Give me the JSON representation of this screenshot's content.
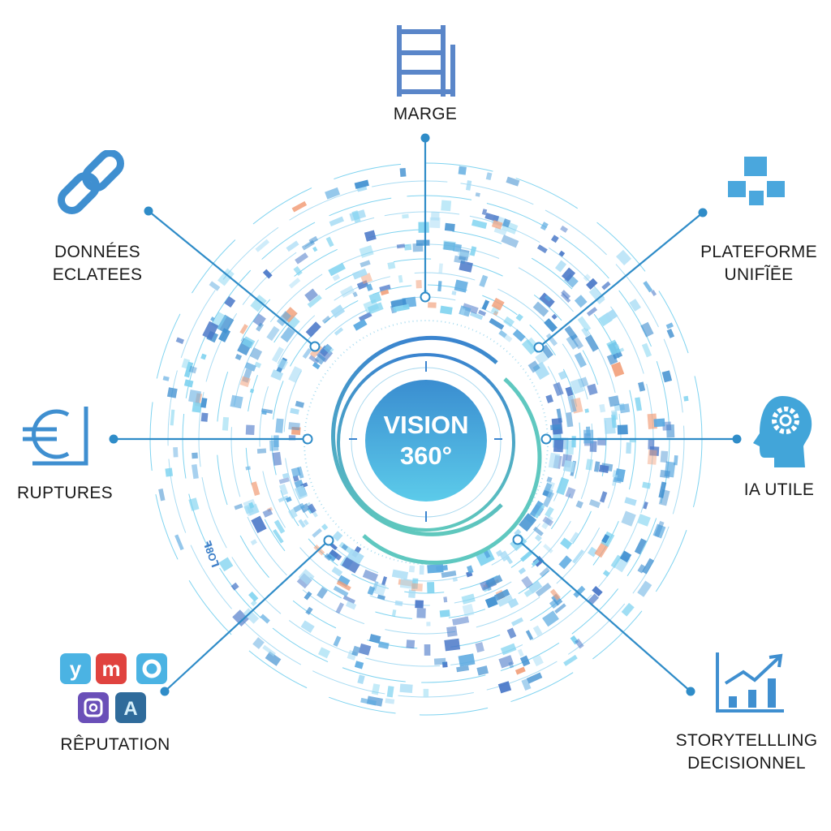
{
  "center": {
    "line1": "VISION",
    "line2": "360°"
  },
  "nodes": [
    {
      "id": "marge",
      "lines": [
        "MARGE"
      ],
      "icon": "ladder-icon"
    },
    {
      "id": "donnees",
      "lines": [
        "DONNÉES",
        "ECLATEES"
      ],
      "icon": "chain-link-icon"
    },
    {
      "id": "plateforme",
      "lines": [
        "PLATEFORME",
        "UNIFĨĒE"
      ],
      "icon": "cubes-icon"
    },
    {
      "id": "ruptures",
      "lines": [
        "RUPTURES"
      ],
      "icon": "euro-icon"
    },
    {
      "id": "ia",
      "lines": [
        "IA UTILE"
      ],
      "icon": "head-gear-icon"
    },
    {
      "id": "reputation",
      "lines": [
        "RÊPUTATION"
      ],
      "icon": "social-apps-icon"
    },
    {
      "id": "storytelling",
      "lines": [
        "STORYTELLLING",
        "DECISIONNEL"
      ],
      "icon": "bar-chart-icon"
    }
  ],
  "ring_text": "ꟻ8OꞀ",
  "colors": {
    "primary": "#3f8fd0",
    "teal": "#5cc6c0",
    "light": "#7fd3f0",
    "accent": "#f2a07b",
    "text": "#1a1a1a"
  }
}
